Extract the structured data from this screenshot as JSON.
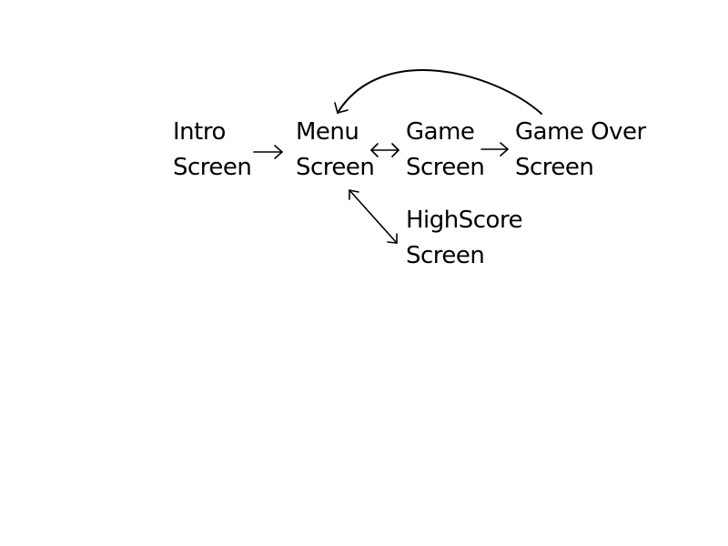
{
  "diagram": {
    "nodes": {
      "intro": {
        "line1": "Intro",
        "line2": "Screen"
      },
      "menu": {
        "line1": "Menu",
        "line2": "Screen"
      },
      "game": {
        "line1": "Game",
        "line2": "Screen"
      },
      "gameover": {
        "line1": "Game Over",
        "line2": "Screen"
      },
      "highscore": {
        "line1": "HighScore",
        "line2": "Screen"
      }
    },
    "edges": [
      {
        "from": "Intro Screen",
        "to": "Menu Screen",
        "direction": "one-way"
      },
      {
        "from": "Menu Screen",
        "to": "Game Screen",
        "direction": "two-way"
      },
      {
        "from": "Game Screen",
        "to": "Game Over Screen",
        "direction": "one-way"
      },
      {
        "from": "Menu Screen",
        "to": "HighScore Screen",
        "direction": "two-way"
      },
      {
        "from": "Game Over Screen",
        "to": "Menu Screen",
        "direction": "one-way"
      }
    ],
    "colors": {
      "ink": "#000000",
      "background": "#ffffff"
    }
  }
}
